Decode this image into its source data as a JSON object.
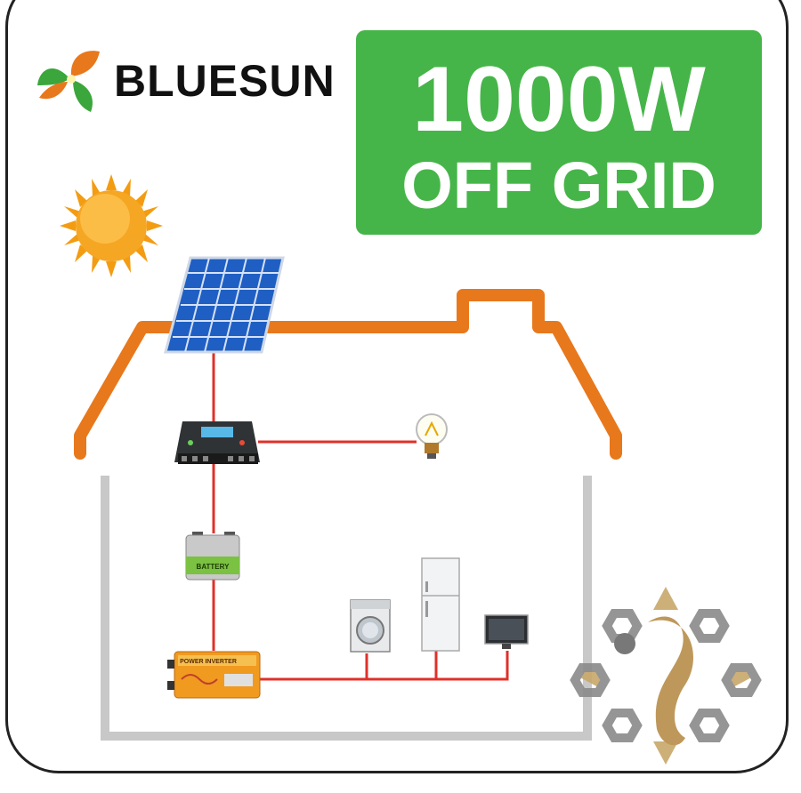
{
  "brand": {
    "name": "BLUESUN"
  },
  "banner": {
    "power": "1000W",
    "type": "OFF GRID"
  },
  "components": {
    "battery_label": "BATTERY",
    "inverter_label": "POWER INVERTER"
  },
  "colors": {
    "banner_green": "#46b549",
    "roof_orange": "#e8781c",
    "wire_red": "#e0302a",
    "wall_gray": "#c8c8c8",
    "panel_blue": "#1f5fc4"
  }
}
